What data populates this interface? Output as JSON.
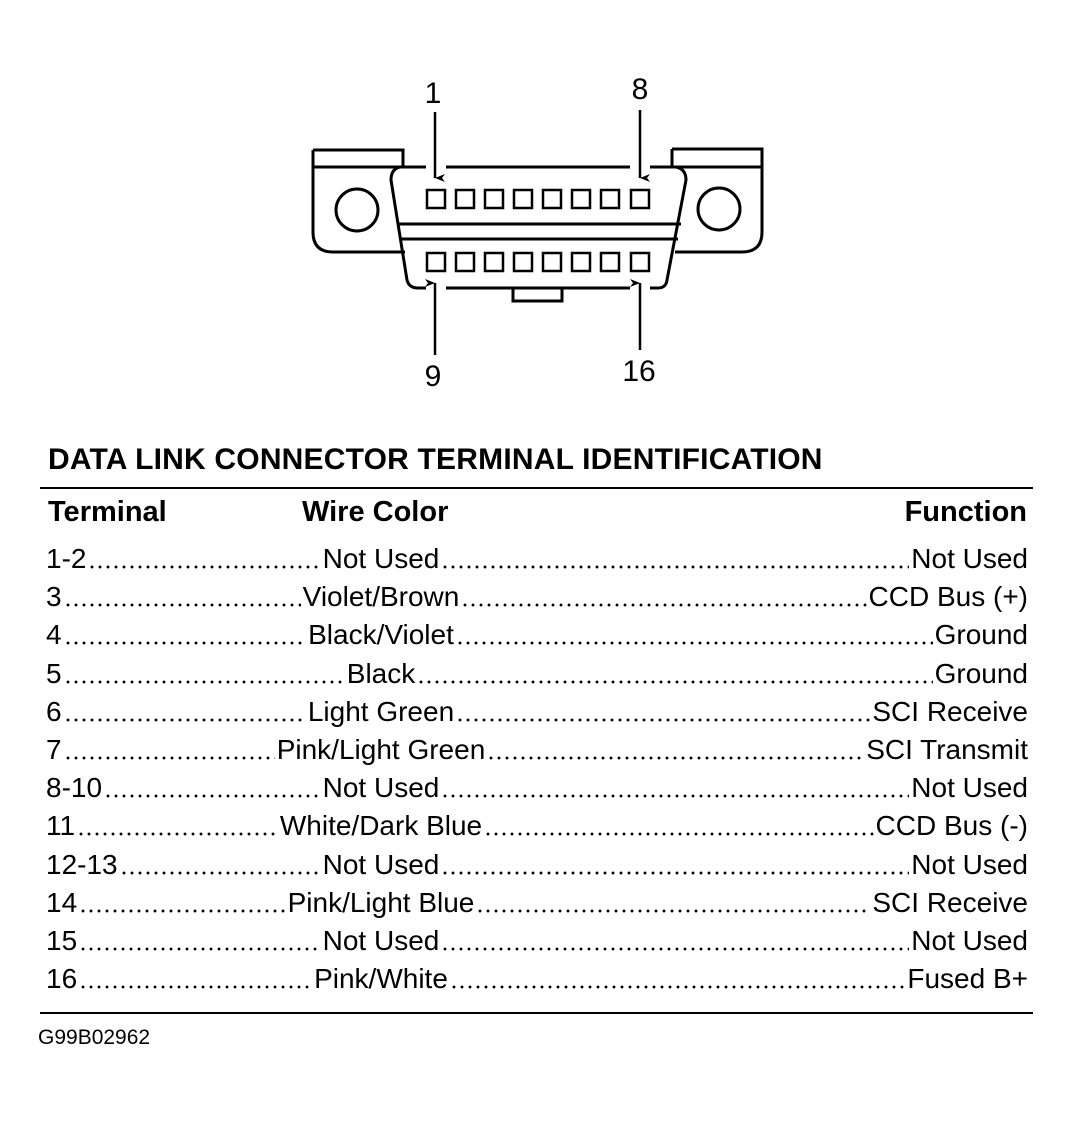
{
  "connector": {
    "pin_labels": {
      "top_left": "1",
      "top_right": "8",
      "bottom_left": "9",
      "bottom_right": "16"
    }
  },
  "table": {
    "title": "DATA LINK CONNECTOR TERMINAL IDENTIFICATION",
    "headers": {
      "terminal": "Terminal",
      "wire_color": "Wire Color",
      "function": "Function"
    },
    "rows": [
      {
        "terminal": "1-2",
        "wire_color": "Not Used",
        "function": "Not Used"
      },
      {
        "terminal": "3",
        "wire_color": "Violet/Brown",
        "function": "CCD Bus (+)"
      },
      {
        "terminal": "4",
        "wire_color": "Black/Violet",
        "function": "Ground"
      },
      {
        "terminal": "5",
        "wire_color": "Black",
        "function": "Ground"
      },
      {
        "terminal": "6",
        "wire_color": "Light Green",
        "function": "SCI Receive"
      },
      {
        "terminal": "7",
        "wire_color": "Pink/Light Green",
        "function": "SCI Transmit"
      },
      {
        "terminal": "8-10",
        "wire_color": "Not Used",
        "function": "Not Used"
      },
      {
        "terminal": "11",
        "wire_color": "White/Dark Blue",
        "function": "CCD Bus (-)"
      },
      {
        "terminal": "12-13",
        "wire_color": "Not Used",
        "function": "Not Used"
      },
      {
        "terminal": "14",
        "wire_color": "Pink/Light Blue",
        "function": "SCI Receive"
      },
      {
        "terminal": "15",
        "wire_color": "Not Used",
        "function": "Not Used"
      },
      {
        "terminal": "16",
        "wire_color": "Pink/White",
        "function": "Fused B+"
      }
    ]
  },
  "figure_id": "G99B02962"
}
